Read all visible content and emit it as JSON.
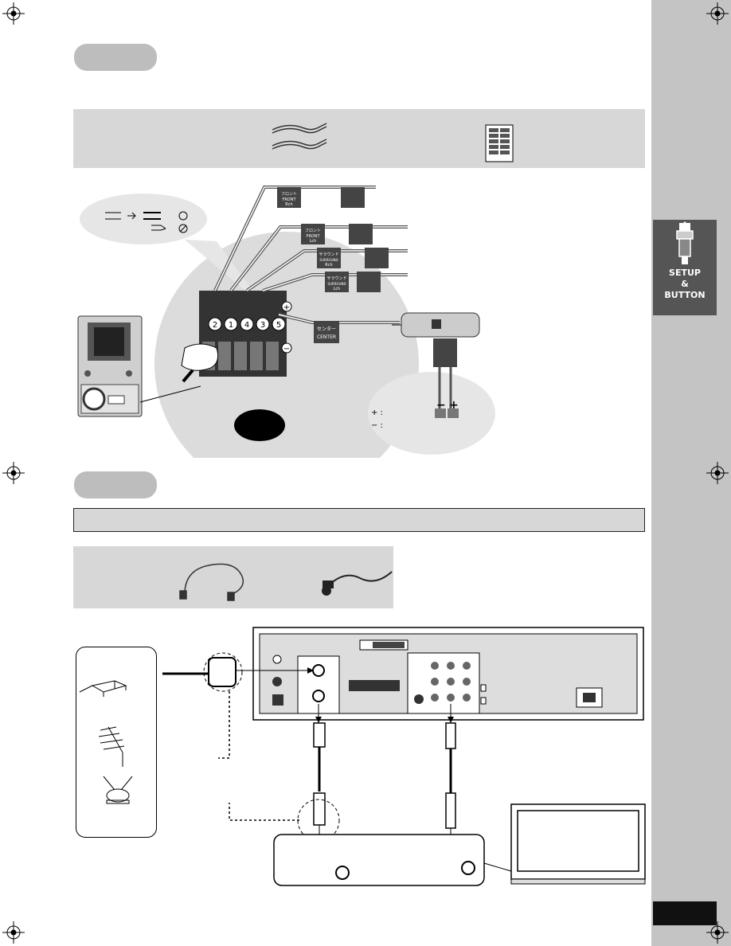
{
  "side_tab": {
    "line1": "SETUP",
    "line2": "&",
    "line3": "BUTTON"
  },
  "speakers": {
    "tag_front_r_jp": "フロント",
    "tag_front": "FRONT",
    "tag_rch": "Rch",
    "tag_lch": "Lch",
    "tag_surround_jp": "サラウンド",
    "tag_surround": "SURROUND",
    "tag_center_jp": "センター",
    "tag_center": "CENTER",
    "num1": "1",
    "num2": "2",
    "num3": "3",
    "num4": "4",
    "num5": "5",
    "polarity_plus": "+",
    "polarity_minus": "−",
    "legend_plus": "+ :",
    "legend_minus": "− :",
    "check_ok": "○",
    "check_ng": "⊘"
  },
  "colors": {
    "side_band": "#c4c4c4",
    "side_tab": "#555555",
    "panel": "#d7d7d7",
    "pill": "#bdbdbd",
    "zoom_circle": "#dcdcdc"
  }
}
